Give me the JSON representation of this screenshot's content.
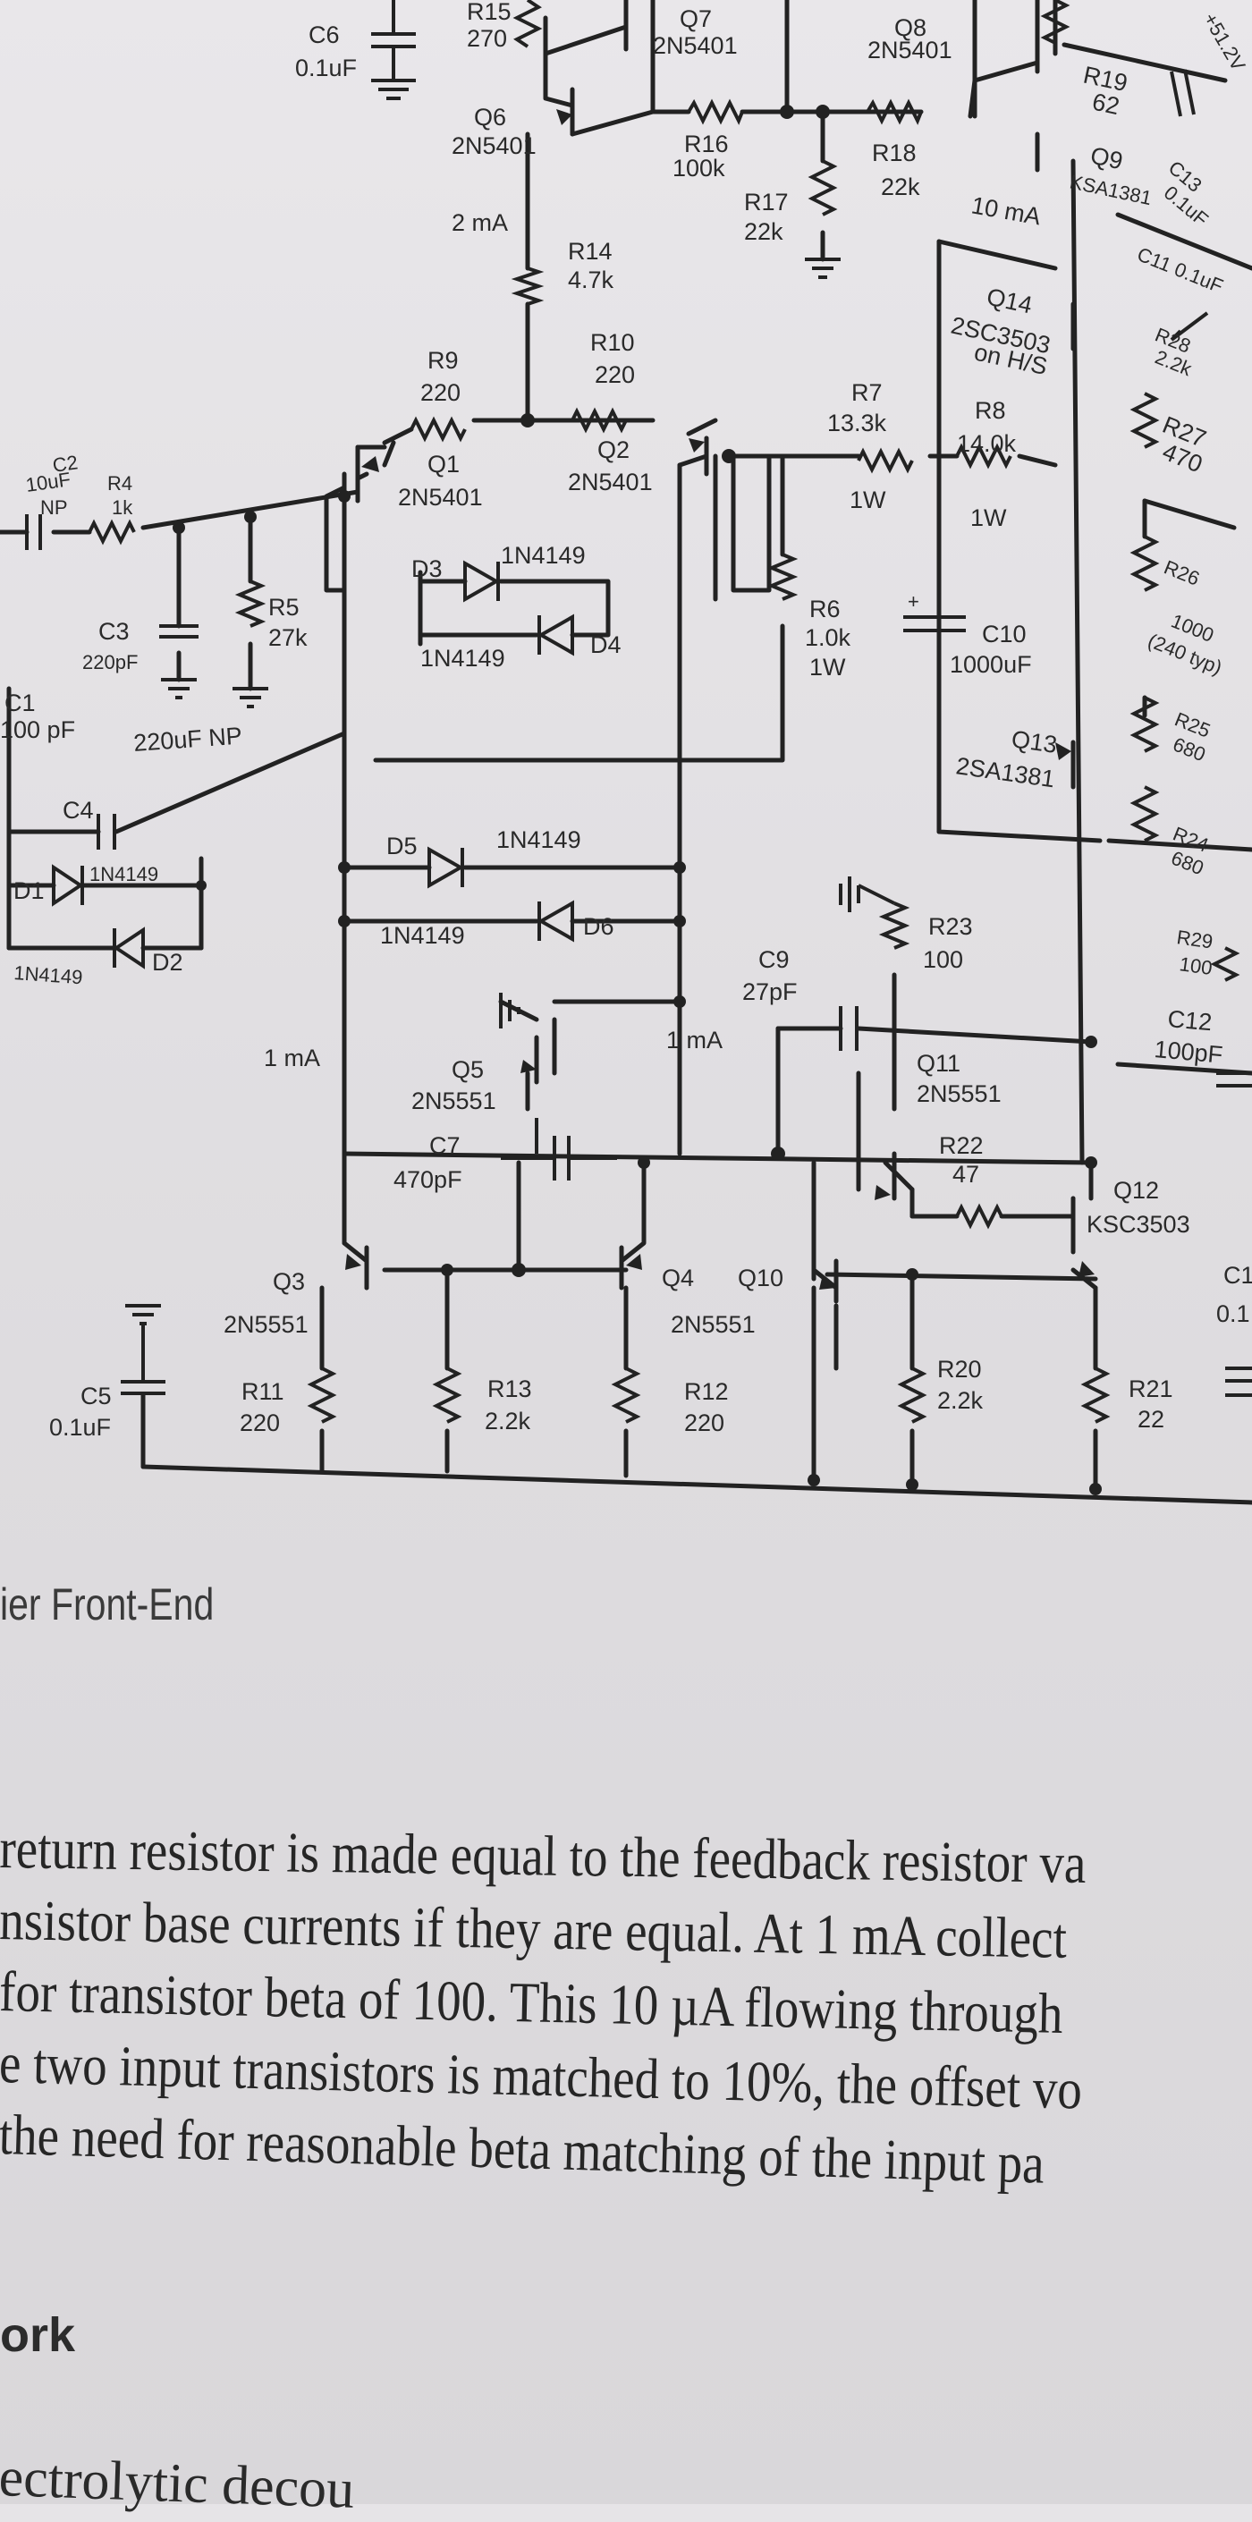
{
  "caption": "ier Front-End",
  "body_lines": [
    "return resistor is made equal to the feedback resistor va",
    "nsistor base currents if they are equal. At 1 mA collect",
    "for transistor beta of 100. This 10 µA flowing through",
    "e two input transistors is matched to 10%, the offset vo",
    "the need for reasonable beta matching of the input pa"
  ],
  "section_heading": "ork",
  "trailing_text": "ectrolytic decou",
  "labels": {
    "c6": "C6",
    "c6v": "0.1uF",
    "r15": "R15",
    "r15v": "270",
    "q7": "Q7",
    "q7v": "2N5401",
    "q8": "Q8",
    "q8v": "2N5401",
    "plus": "+51.2V",
    "r19": "R19",
    "r19v": "62",
    "q6": "Q6",
    "q6v": "2N5401",
    "r16": "R16",
    "r16v": "100k",
    "r18": "R18",
    "r18v": "22k",
    "r17": "R17",
    "r17v": "22k",
    "q9": "Q9",
    "q9v": "KSA1381",
    "c13": "C13",
    "c13v": "0.1uF",
    "ma2": "2 mA",
    "ma10": "10 mA",
    "r14": "R14",
    "r14v": "4.7k",
    "c11": "C11 0.1uF",
    "q14": "Q14",
    "q14v": "2SC3503",
    "q14m": "on H/S",
    "r28": "R28",
    "r28v": "2.2k",
    "r9": "R9",
    "r9v": "220",
    "r10": "R10",
    "r10v": "220",
    "r7": "R7",
    "r7v": "13.3k",
    "r7w": "1W",
    "r8": "R8",
    "r8v": "14.0k",
    "r8w": "1W",
    "r27": "R27",
    "r27v": "470",
    "c2": "C2",
    "c2v": "10uF",
    "c2m": "NP",
    "r4": "R4",
    "r4v": "1k",
    "q1": "Q1",
    "q1v": "2N5401",
    "q2": "Q2",
    "q2v": "2N5401",
    "d3": "D3",
    "d3v": "1N4149",
    "d4": "D4",
    "d4v": "1N4149",
    "r26": "R26",
    "r26v": "1000",
    "r26t": "(240 typ)",
    "c3": "C3",
    "c3v": "220pF",
    "r5": "R5",
    "r5v": "27k",
    "r6": "R6",
    "r6v": "1.0k",
    "r6w": "1W",
    "c10": "C10",
    "c10v": "1000uF",
    "c1": "C1",
    "c1v": "100 pF",
    "r25": "R25",
    "r25v": "680",
    "q13": "Q13",
    "q13v": "2SA1381",
    "c4": "C4",
    "c4v": "220uF NP",
    "r24": "R24",
    "r24v": "680",
    "d5": "D5",
    "d5v": "1N4149",
    "d1": "D1",
    "d1v": "1N4149",
    "d2": "D2",
    "d2v": "1N4149",
    "d6": "D6",
    "d6v": "1N4149",
    "r23": "R23",
    "r23v": "100",
    "c9": "C9",
    "c9v": "27pF",
    "r29": "R29",
    "r29v": "100",
    "c12": "C12",
    "c12v": "100pF",
    "q5": "Q5",
    "q5v": "2N5551",
    "ma1a": "1 mA",
    "ma1b": "1 mA",
    "q11": "Q11",
    "q11v": "2N5551",
    "r22": "R22",
    "r22v": "47",
    "c7": "C7",
    "c7v": "470pF",
    "q12": "Q12",
    "q12v": "KSC3503",
    "q3": "Q3",
    "q3v": "2N5551",
    "q4": "Q4",
    "q10": "Q10",
    "q410v": "2N5551",
    "c1b": "C1",
    "c1bv": "0.1",
    "c5": "C5",
    "c5v": "0.1uF",
    "r11": "R11",
    "r11v": "220",
    "r13": "R13",
    "r13v": "2.2k",
    "r12": "R12",
    "r12v": "220",
    "r20": "R20",
    "r20v": "2.2k",
    "r21": "R21",
    "r21v": "22"
  }
}
